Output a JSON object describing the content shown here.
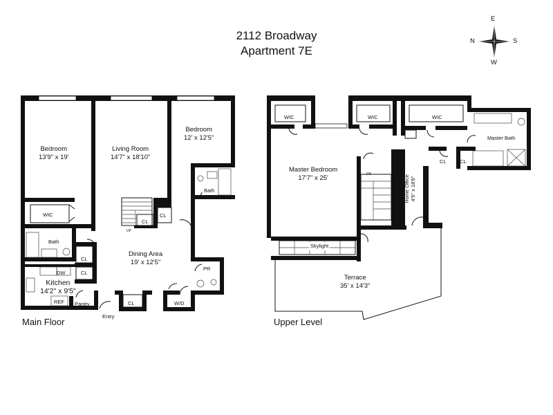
{
  "title_line1": "2112 Broadway",
  "title_line2": "Apartment 7E",
  "compass": {
    "north": "N",
    "south": "S",
    "east": "E",
    "west": "W"
  },
  "main_floor": {
    "caption": "Main Floor",
    "rooms": {
      "bedroom_left": {
        "name": "Bedroom",
        "dims": "13'9\" x 19'"
      },
      "living_room": {
        "name": "Living Room",
        "dims": "14'7\" x 18'10\""
      },
      "bedroom_right": {
        "name": "Bedroom",
        "dims": "12' x 12'5\""
      },
      "dining_area": {
        "name": "Dining Area",
        "dims": "19' x 12'5\""
      },
      "kitchen": {
        "name": "Kitchen",
        "dims": "14'2\" x 9'5\""
      }
    },
    "labels": {
      "wic": "WIC",
      "bath_left": "Bath",
      "bath_right": "Bath",
      "cl_a": "CL",
      "cl_b": "CL",
      "cl_c": "CL",
      "cl_d": "CL",
      "cl_e": "CL",
      "dw": "DW",
      "ref": "REF",
      "pantry": "Pantry",
      "entry": "Entry",
      "pr": "PR",
      "wd": "W/D",
      "up": "UP"
    }
  },
  "upper_level": {
    "caption": "Upper Level",
    "rooms": {
      "master_bedroom": {
        "name": "Master Bedroom",
        "dims": "17'7\" x 25'"
      },
      "terrace": {
        "name": "Terrace",
        "dims": "35' x 14'3\""
      },
      "home_office": {
        "name": "Home Office",
        "dims": "4'5\" x 18'6\""
      }
    },
    "labels": {
      "wic_1": "WIC",
      "wic_2": "WIC",
      "wic_3": "WIC",
      "master_bath": "Master Bath",
      "cl_1": "CL",
      "cl_2": "CL",
      "skylight": "Skylight",
      "dn": "DN"
    }
  }
}
